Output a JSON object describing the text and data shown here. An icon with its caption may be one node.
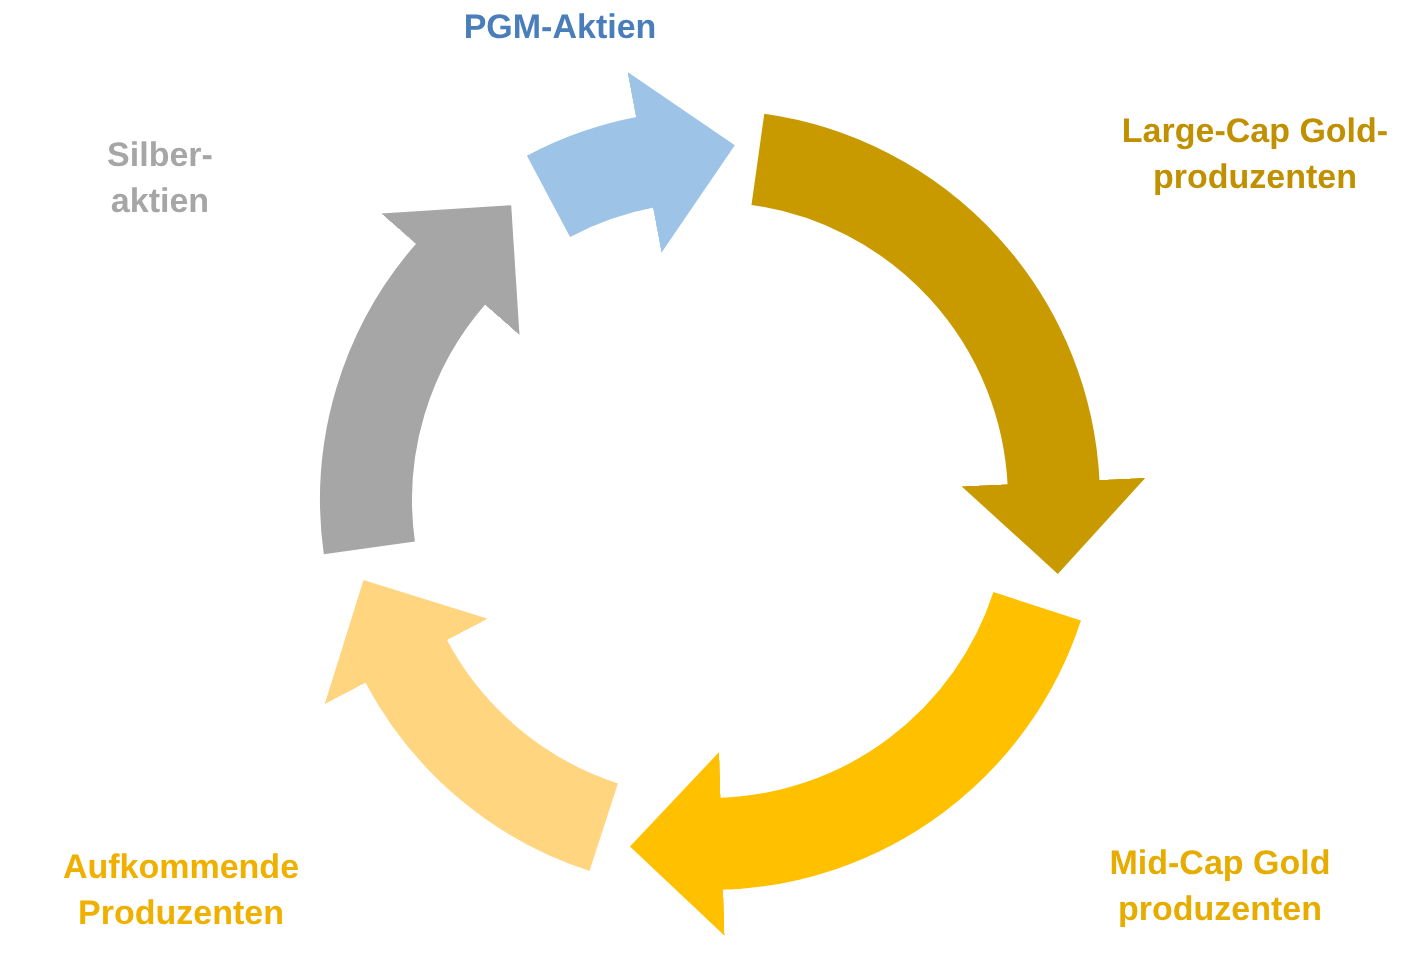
{
  "diagram": {
    "nodes": [
      {
        "text": [],
        "shape": "arrow",
        "beside": [
          "PGM-Aktien"
        ]
      },
      {
        "text": [],
        "shape": "arrow",
        "beside": [
          "Large-Cap Gold-produzenten"
        ]
      },
      {
        "text": [],
        "shape": "arrow",
        "beside": [
          "Mid-Cap Gold produzenten"
        ]
      },
      {
        "text": [],
        "shape": "arrow",
        "beside": [
          "Aufkommende Produzenten"
        ]
      },
      {
        "text": [],
        "shape": "arrow",
        "beside": [
          "Silber-aktien"
        ]
      }
    ]
  }
}
